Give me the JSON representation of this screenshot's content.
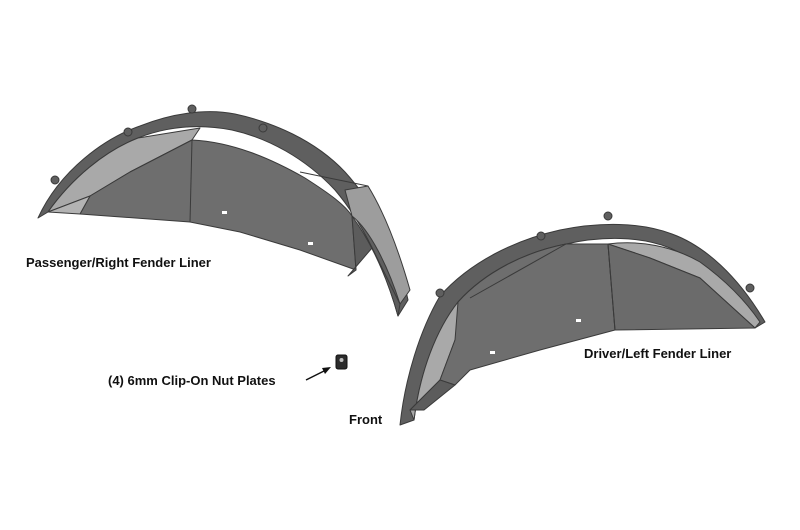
{
  "labels": {
    "passenger_liner": "Passenger/Right Fender Liner",
    "driver_liner": "Driver/Left Fender Liner",
    "nut_plates": "(4) 6mm Clip-On Nut Plates",
    "front": "Front"
  },
  "colors": {
    "background": "#ffffff",
    "panel_dark": "#6b6b6b",
    "panel_mid": "#7d7d7d",
    "panel_light": "#a9a9a9",
    "outline": "#3a3a3a",
    "text": "#111111"
  }
}
